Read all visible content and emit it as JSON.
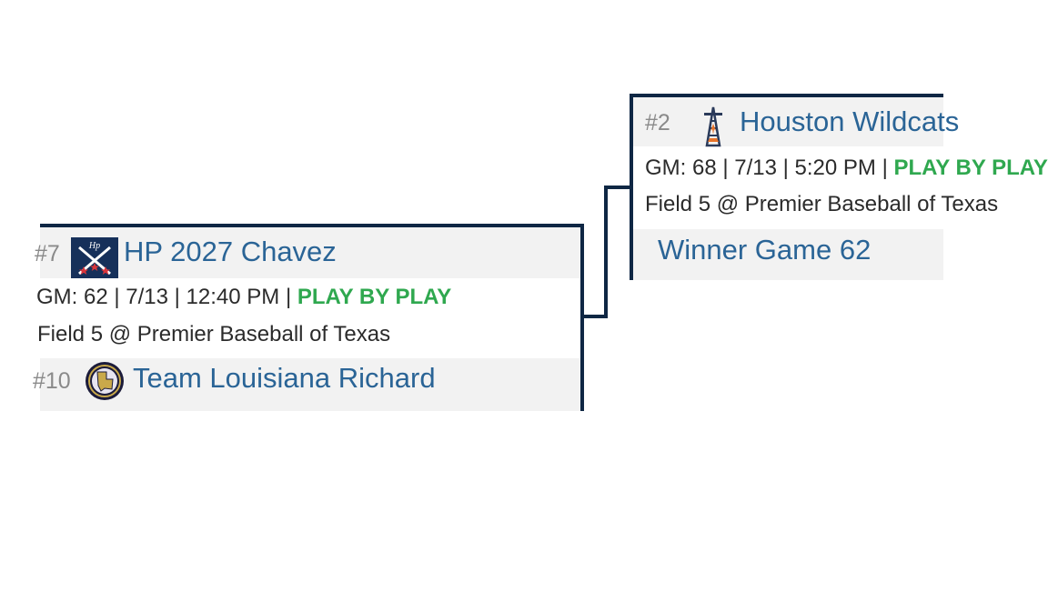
{
  "colors": {
    "border": "#0f2744",
    "team_link": "#2a6496",
    "play_by_play": "#2fa84f",
    "seed": "#8a8a8a",
    "row_bg": "#f2f2f2"
  },
  "game_62": {
    "top_team": {
      "seed": "#7",
      "logo_icon": "hp-logo-icon",
      "name": "HP 2027 Chavez"
    },
    "gm_line": "GM: 62 | 7/13 | 12:40 PM | ",
    "play_by_play": "PLAY BY PLAY",
    "field_line": "Field 5 @ Premier Baseball of Texas",
    "bottom_team": {
      "seed": "#10",
      "logo_icon": "louisiana-logo-icon",
      "name": "Team Louisiana Richard"
    }
  },
  "game_68": {
    "top_team": {
      "seed": "#2",
      "logo_icon": "derrick-logo-icon",
      "name": "Houston Wildcats"
    },
    "gm_line": "GM: 68 | 7/13 | 5:20 PM | ",
    "play_by_play": "PLAY BY PLAY",
    "field_line": "Field 5 @ Premier Baseball of Texas",
    "bottom_team": {
      "name": "Winner Game 62"
    }
  }
}
